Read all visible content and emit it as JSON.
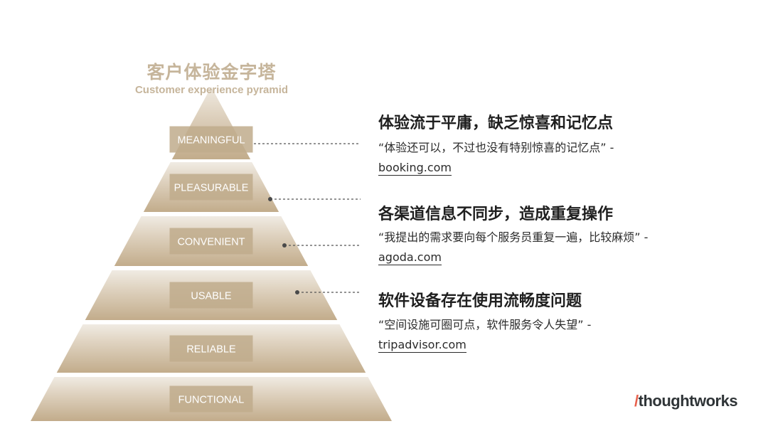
{
  "title": {
    "cn": "客户体验金字塔",
    "en": "Customer experience pyramid"
  },
  "pyramid": {
    "levels": [
      {
        "label": "MEANINGFUL"
      },
      {
        "label": "PLEASURABLE"
      },
      {
        "label": "CONVENIENT"
      },
      {
        "label": "USABLE"
      },
      {
        "label": "RELIABLE"
      },
      {
        "label": "FUNCTIONAL"
      }
    ]
  },
  "notes": [
    {
      "heading": "体验流于平庸，缺乏惊喜和记忆点",
      "quote": "“体验还可以，不过也没有特别惊喜的记忆点” -",
      "source": "booking.com"
    },
    {
      "heading": "各渠道信息不同步，造成重复操作",
      "quote": "“我提出的需求要向每个服务员重复一遍，比较麻烦” -",
      "source": "agoda.com"
    },
    {
      "heading": "软件设备存在使用流畅度问题",
      "quote": "“空间设施可圈可点，软件服务令人失望” -",
      "source": "tripadvisor.com"
    }
  ],
  "logo": {
    "slash": "/",
    "text": "thoughtworks"
  },
  "colors": {
    "pyramid_light": "#ede6da",
    "pyramid_dark": "#c2ac8b",
    "label_box": "#c0ab8c",
    "label_text": "#ffffff",
    "title": "#c6b59b",
    "brand_accent": "#e8604c"
  }
}
